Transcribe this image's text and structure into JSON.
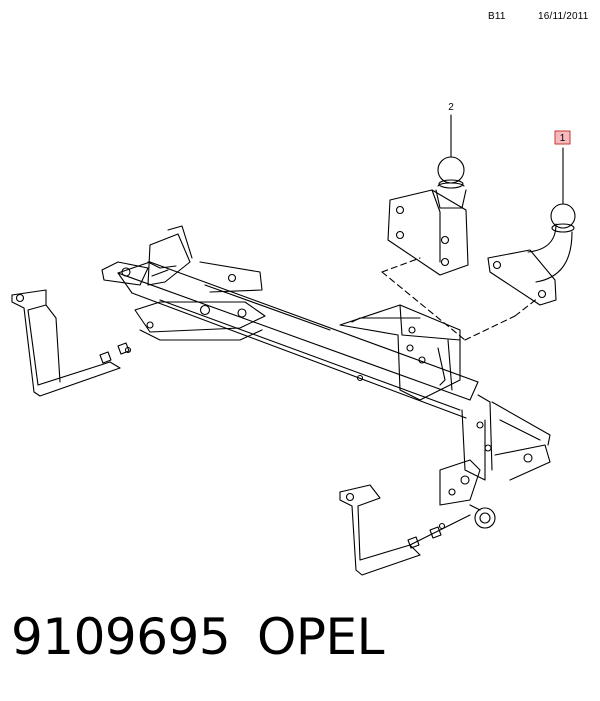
{
  "header": {
    "code": "B11",
    "date": "16/11/2011"
  },
  "callouts": [
    {
      "label": "2",
      "highlighted": false
    },
    {
      "label": "1",
      "highlighted": true
    }
  ],
  "highlight_color": "#f6b9c0",
  "highlight_border": "#c0392b",
  "footer": {
    "part_number": "9109695",
    "brand": "OPEL"
  }
}
